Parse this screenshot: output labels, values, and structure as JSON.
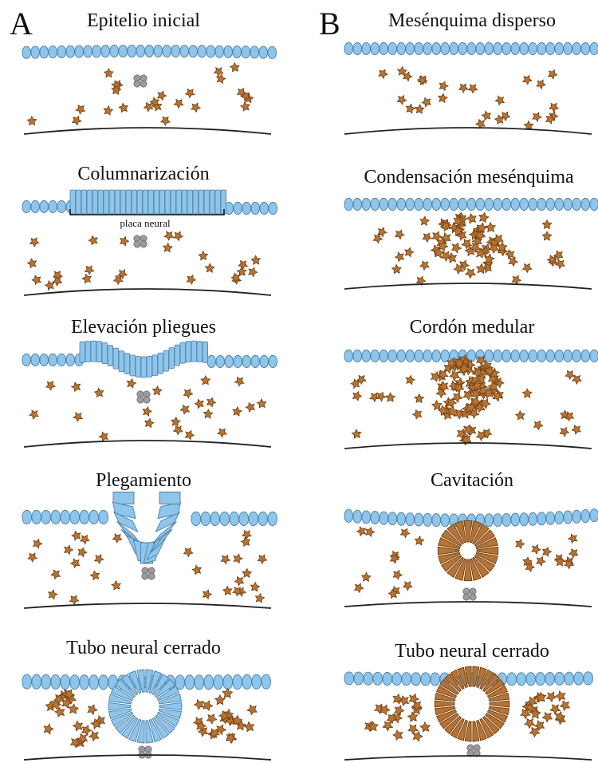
{
  "figure": {
    "columns": [
      {
        "letter": "A",
        "panels": [
          {
            "title": "Epitelio inicial"
          },
          {
            "title": "Columnarización",
            "sublabel": "placa neural"
          },
          {
            "title": "Elevación pliegues"
          },
          {
            "title": "Plegamiento"
          },
          {
            "title": "Tubo neural cerrado"
          }
        ]
      },
      {
        "letter": "B",
        "panels": [
          {
            "title": "Mesénquima disperso"
          },
          {
            "title": "Condensación mesénquima"
          },
          {
            "title": "Cordón medular"
          },
          {
            "title": "Cavitación"
          },
          {
            "title": "Tubo neural cerrado"
          }
        ]
      }
    ]
  },
  "colors": {
    "epithelium_fill": "#8ec5ea",
    "epithelium_stroke": "#4f7fa6",
    "mesenchyme_fill": "#b87333",
    "mesenchyme_stroke": "#6b3e12",
    "notochord_fill": "#9a9aa0",
    "baseline_stroke": "#222222"
  }
}
